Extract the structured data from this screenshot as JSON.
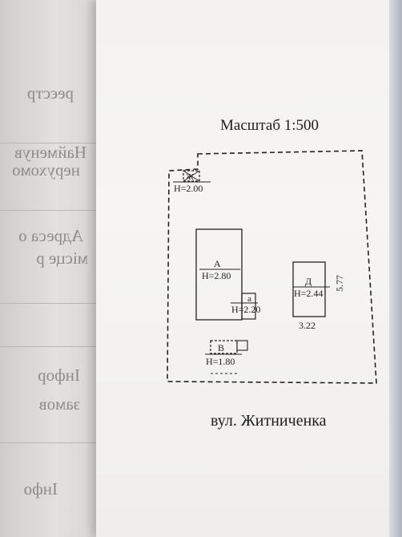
{
  "underlying_page": {
    "fragments": [
      "реєстр",
      "Найменув",
      "нерухомо",
      "Адреса о",
      "місце р",
      "Інфор",
      "замов",
      "Інфо"
    ]
  },
  "plan": {
    "scale_label": "Масштаб 1:500",
    "street_label": "вул. Житниченка",
    "buildings": [
      {
        "letter": "Ж",
        "height_label": "Н=2.00"
      },
      {
        "letter": "А",
        "height_label": "Н=2.80"
      },
      {
        "letter": "а",
        "height_label": "Н=2.20"
      },
      {
        "letter": "Д",
        "height_label": "Н=2.44",
        "width_dim": "3.22",
        "depth_dim": "5.77"
      },
      {
        "letter": "В",
        "height_label": "Н=1.80"
      }
    ]
  }
}
